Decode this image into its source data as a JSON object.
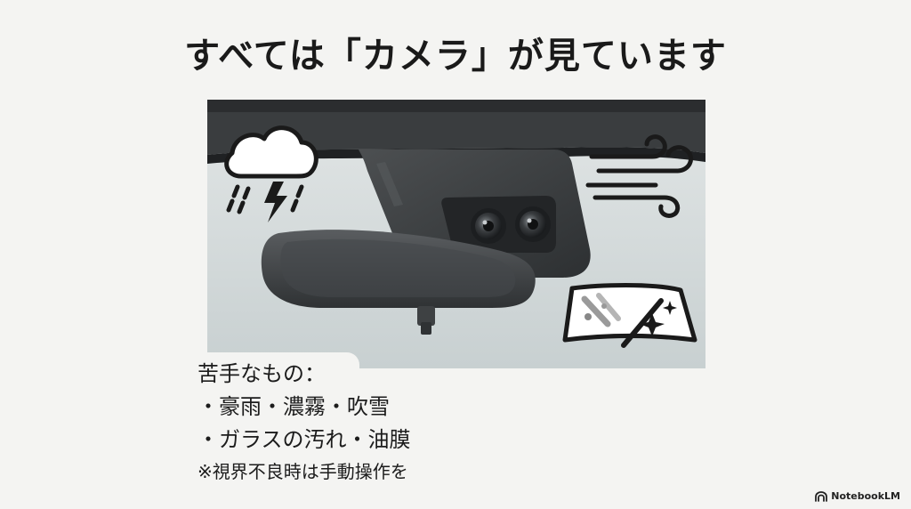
{
  "title": "すべては「カメラ」が見ています",
  "weaknesses": {
    "heading": "苦手なもの：",
    "items": [
      "・豪雨・濃霧・吹雪",
      "・ガラスの汚れ・油膜"
    ],
    "note": "※視界不良時は手動操作を"
  },
  "brand": {
    "label": "NotebookLM"
  },
  "icons": {
    "weather": "thunderstorm-icon",
    "wind": "wind-icon",
    "windshield": "dirty-windshield-wiper-icon",
    "brand": "notebooklm-logo-icon"
  }
}
